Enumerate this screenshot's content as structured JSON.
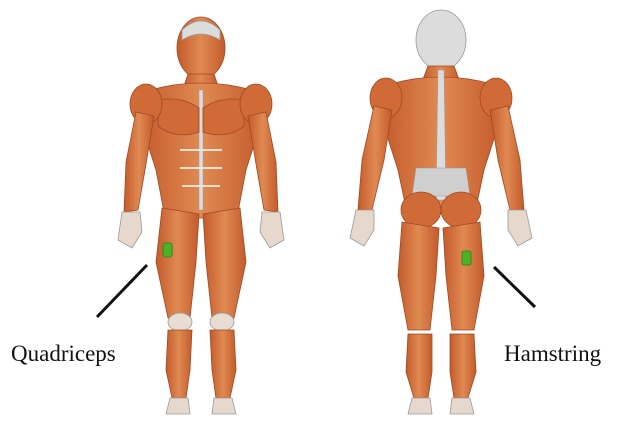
{
  "labels": {
    "left": "Quadriceps",
    "right": "Hamstring"
  },
  "colors": {
    "muscle": "#d8743f",
    "muscle_dark": "#b5532a",
    "tendon": "#dcdcdc",
    "outline": "#9a9a9a",
    "sensor": "#49b324",
    "pointer": "#111111"
  },
  "figures": {
    "left": {
      "view": "anterior",
      "sensor_icon": "electrode-icon"
    },
    "right": {
      "view": "posterior",
      "sensor_icon": "electrode-icon"
    }
  }
}
